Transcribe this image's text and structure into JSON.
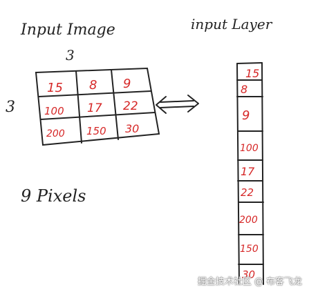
{
  "left": {
    "title": "Input Image",
    "top_dim": "3",
    "left_dim": "3",
    "grid": [
      [
        "15",
        "8",
        "9"
      ],
      [
        "100",
        "17",
        "22"
      ],
      [
        "200",
        "150",
        "30"
      ]
    ],
    "caption": "9 Pixels"
  },
  "right": {
    "title": "input Layer",
    "column": [
      "15",
      "8",
      "9",
      "100",
      "17",
      "22",
      "200",
      "150",
      "30"
    ]
  },
  "watermark": "掘金技术社区 @ 布客飞龙",
  "colors": {
    "ink": "#222222",
    "value": "#d62828"
  }
}
